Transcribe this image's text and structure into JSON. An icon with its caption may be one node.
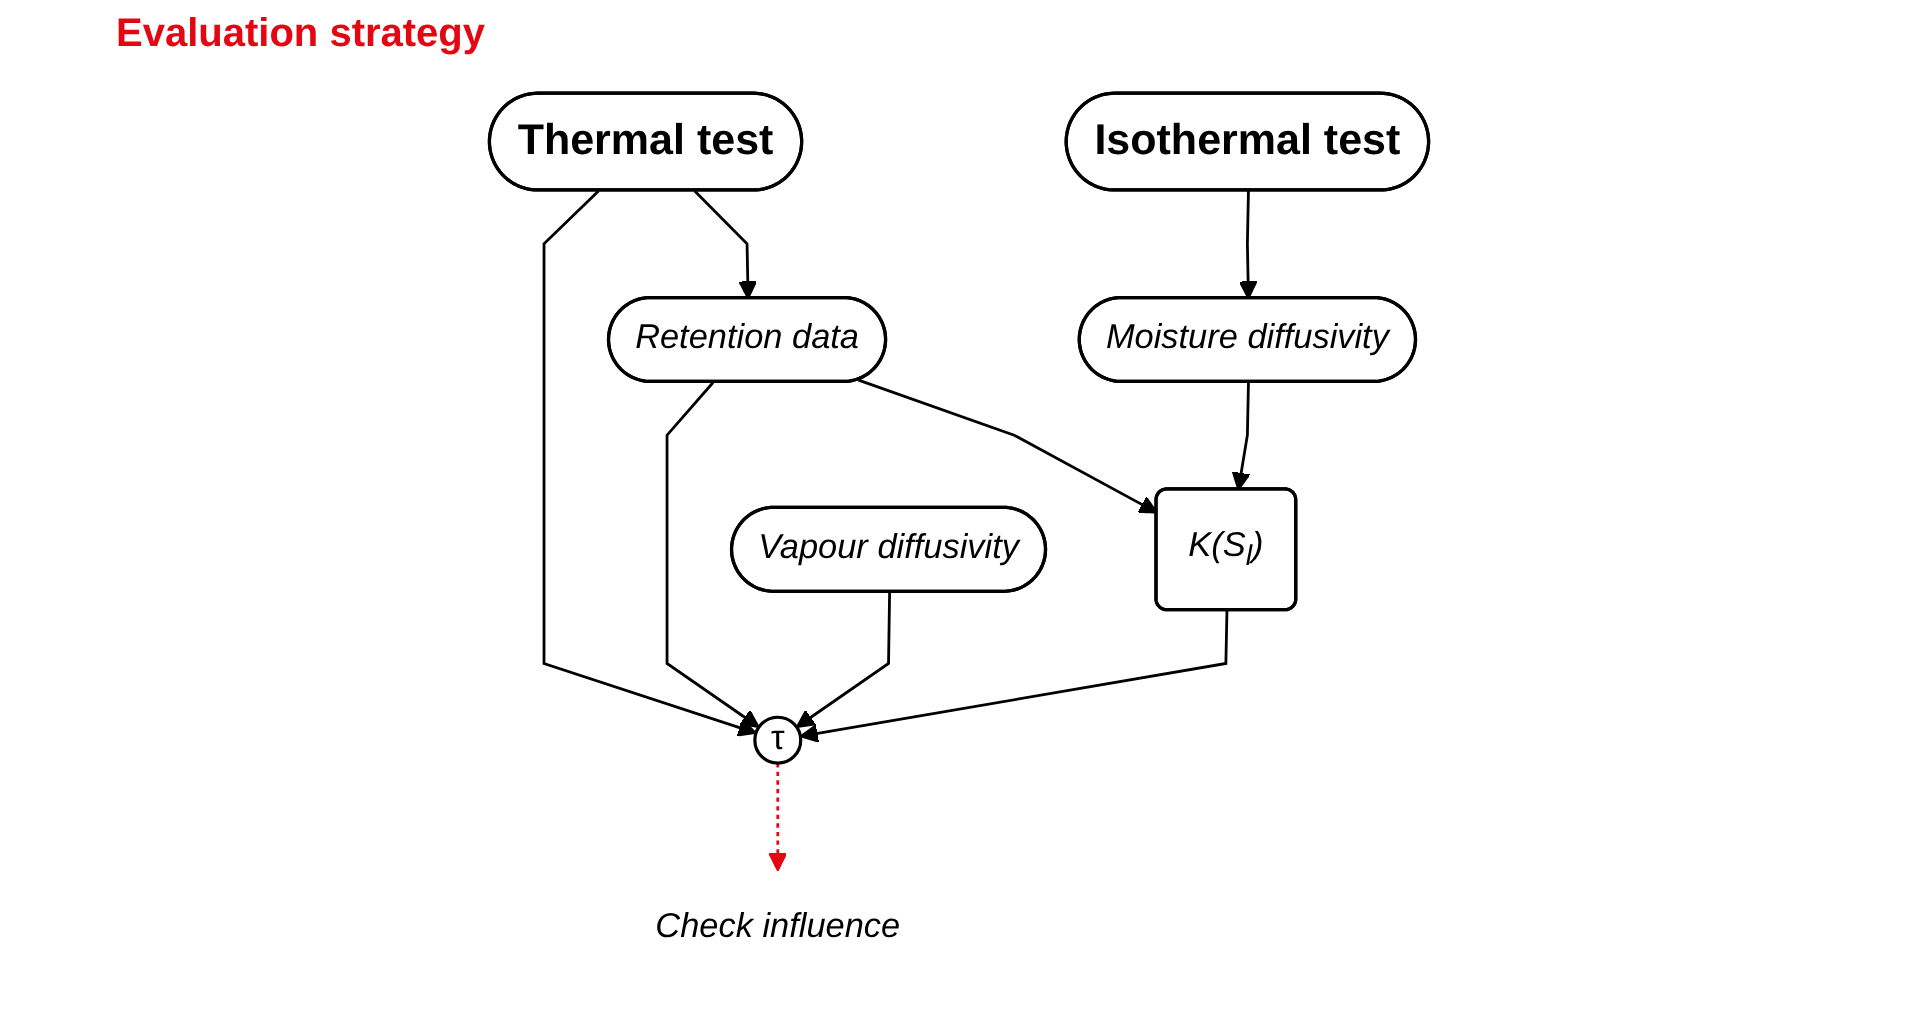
{
  "diagram": {
    "title": "Evaluation strategy",
    "nodes": [
      {
        "text": [
          "Isothermal test"
        ]
      },
      {
        "text": [
          "Thermal test"
        ]
      },
      {
        "text": [
          "Retention data"
        ]
      },
      {
        "text": [
          "Moisture diffusivity"
        ]
      },
      {
        "text": [
          "Vapour diffusivity"
        ]
      },
      {
        "text": [
          "K(S$_{l}$)"
        ]
      },
      {
        "text": [
          "τ"
        ]
      },
      {
        "text": [
          "Check influence"
        ]
      }
    ],
    "edges": [
      {
        "from": 0,
        "to": 3,
        "arrow": "to"
      },
      {
        "from": 1,
        "to": 2,
        "arrow": "to"
      },
      {
        "from": 1,
        "to": 6,
        "arrow": "to"
      },
      {
        "from": 2,
        "to": 5,
        "arrow": "to"
      },
      {
        "from": 2,
        "to": 6,
        "arrow": "to"
      },
      {
        "from": 3,
        "to": 5,
        "arrow": "to"
      },
      {
        "from": 4,
        "to": 6,
        "arrow": "to"
      },
      {
        "from": 5,
        "to": 6,
        "arrow": "to"
      },
      {
        "from": 6,
        "to": 7,
        "arrow": "to",
        "style": "dashed",
        "color": "#e30613"
      }
    ]
  }
}
